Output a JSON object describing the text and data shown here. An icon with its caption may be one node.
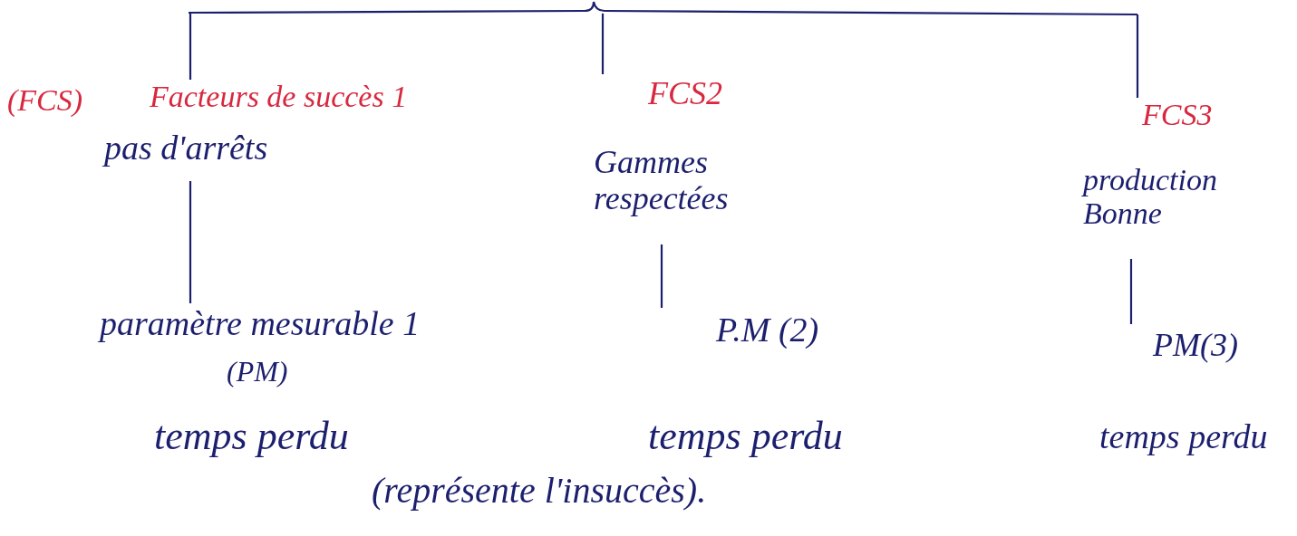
{
  "diagram": {
    "nodes": [
      {
        "text": [],
        "shape": "bar"
      },
      {
        "text": [
          "Facteurs de succès 1",
          "pas d'arrêts"
        ]
      },
      {
        "text": [
          "FCS2",
          "Gammes respectées"
        ]
      },
      {
        "text": [
          "FCS3",
          "production Bonne"
        ]
      },
      {
        "text": [
          "paramètre mesurable 1",
          "(PM)"
        ]
      },
      {
        "text": [
          "P.M (2)"
        ]
      },
      {
        "text": [
          "PM(3)"
        ]
      }
    ],
    "edges": [
      {
        "from": 0,
        "to": 1,
        "arrow": "none"
      },
      {
        "from": 0,
        "to": 2,
        "arrow": "none"
      },
      {
        "from": 0,
        "to": 3,
        "arrow": "none"
      },
      {
        "from": 1,
        "to": 4,
        "arrow": "none"
      },
      {
        "from": 2,
        "to": 5,
        "arrow": "none"
      },
      {
        "from": 3,
        "to": 6,
        "arrow": "none"
      }
    ],
    "labels": [
      "(FCS)",
      "temps perdu",
      "temps perdu",
      "temps perdu",
      "(représente l'insuccès)."
    ]
  }
}
